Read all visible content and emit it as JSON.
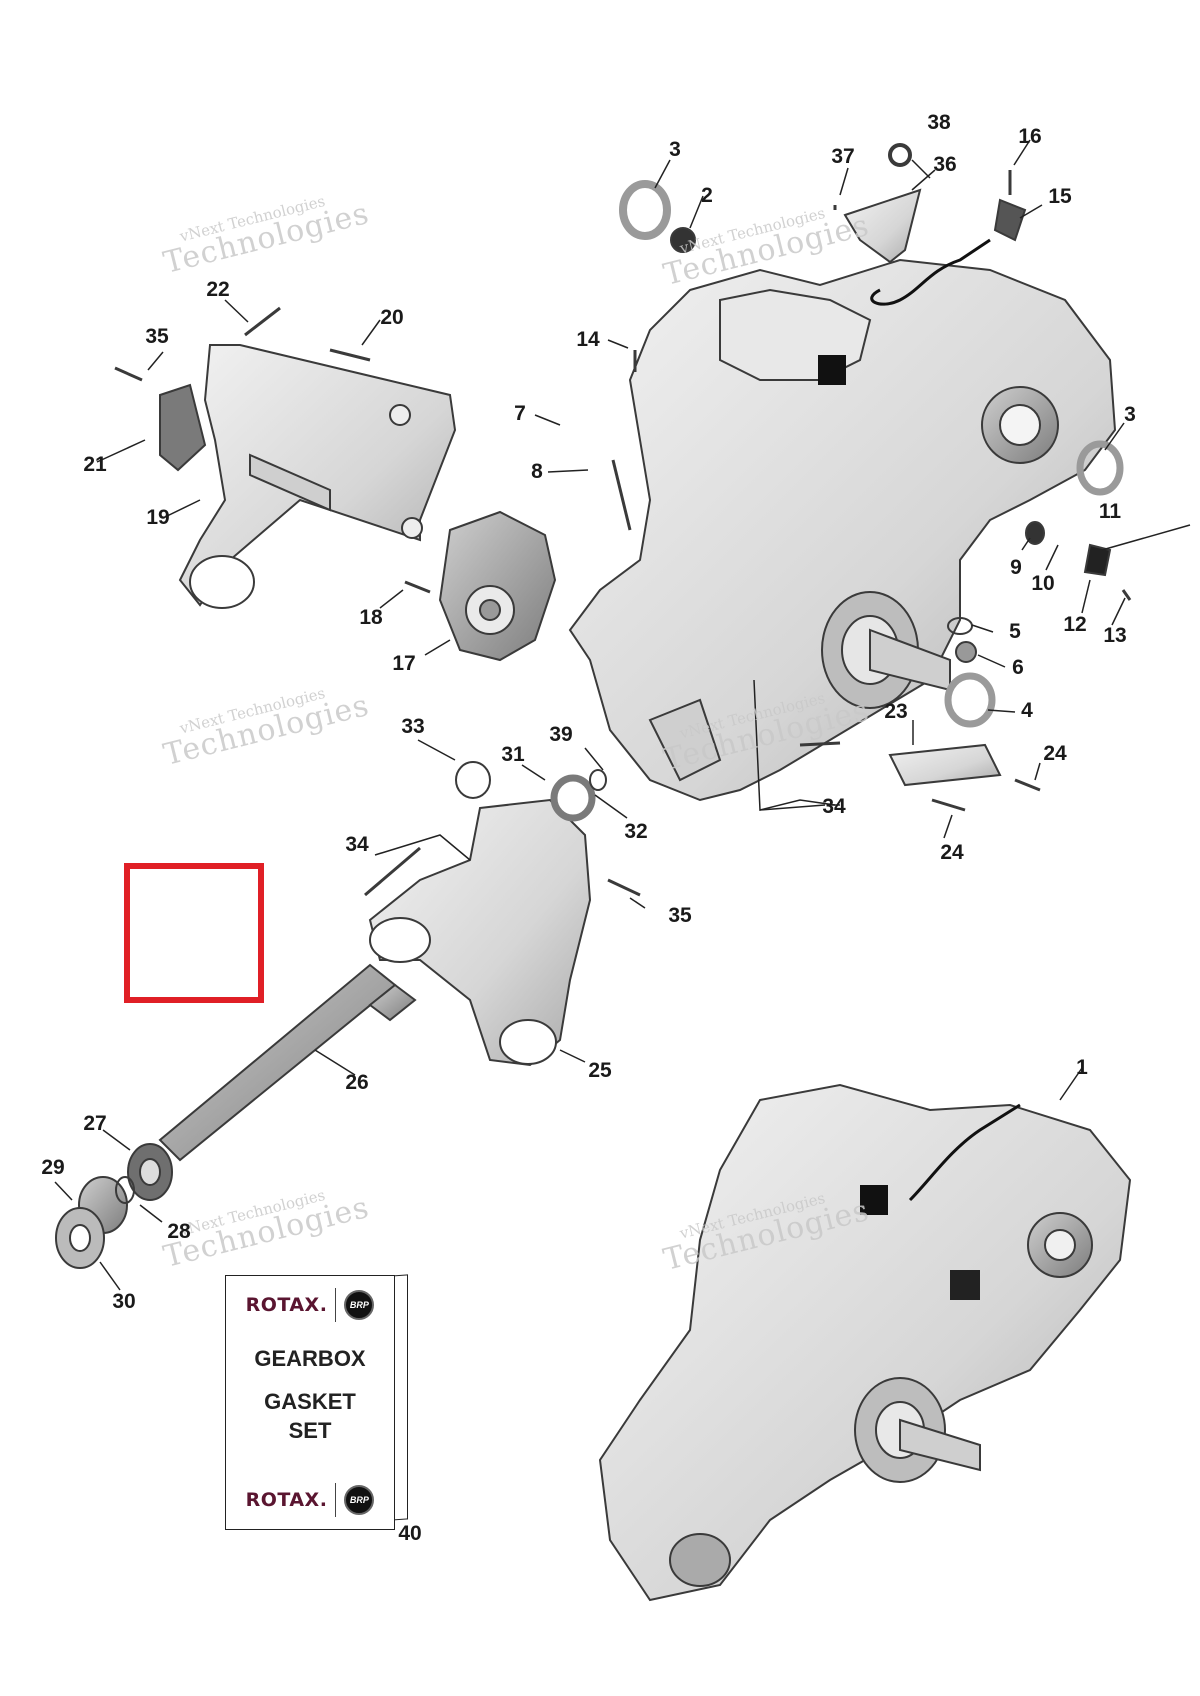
{
  "watermark": {
    "line1": "vNext Technologies",
    "line2": "Technologies",
    "ghost": "vNext"
  },
  "kit": {
    "brand": "ROTAX.",
    "badge": "BRP",
    "line1": "GEARBOX",
    "line2": "GASKET",
    "line3": "SET"
  },
  "callouts": {
    "c1": "1",
    "c2": "2",
    "c3a": "3",
    "c3b": "3",
    "c4": "4",
    "c5": "5",
    "c6": "6",
    "c7": "7",
    "c8": "8",
    "c9": "9",
    "c10": "10",
    "c11": "11",
    "c12": "12",
    "c13": "13",
    "c14": "14",
    "c15": "15",
    "c16": "16",
    "c17": "17",
    "c18": "18",
    "c19": "19",
    "c20": "20",
    "c21": "21",
    "c22": "22",
    "c23": "23",
    "c24a": "24",
    "c24b": "24",
    "c25": "25",
    "c26": "26",
    "c27": "27",
    "c28": "28",
    "c29": "29",
    "c30": "30",
    "c31": "31",
    "c32": "32",
    "c33": "33",
    "c34a": "34",
    "c34b": "34",
    "c35a": "35",
    "c35b": "35",
    "c36": "36",
    "c37": "37",
    "c38": "38",
    "c39": "39",
    "c40": "40"
  },
  "colors": {
    "highlight": "#e01f26",
    "part_fill": "#d9d9d9",
    "part_stroke": "#3a3a3a",
    "brand": "#5a1530"
  }
}
